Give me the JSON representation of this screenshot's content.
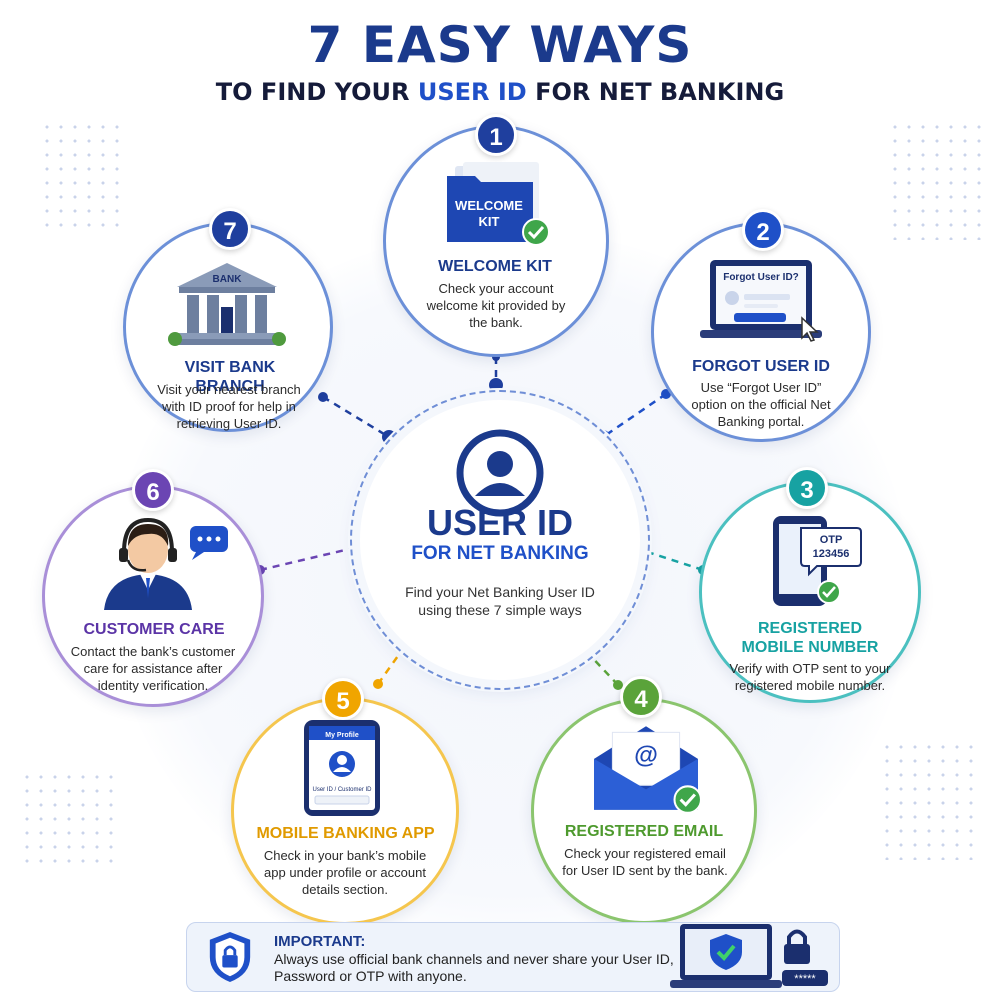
{
  "header": {
    "title": "7 EASY WAYS",
    "subtitle_pre": "TO FIND YOUR",
    "subtitle_highlight": "USER ID",
    "subtitle_post": "FOR NET BANKING"
  },
  "center": {
    "title": "USER ID",
    "subtitle": "FOR NET BANKING",
    "description": "Find your Net Banking User ID using these 7 simple ways",
    "icon": "user-icon"
  },
  "ways": [
    {
      "number": "1",
      "title": "WELCOME KIT",
      "description": "Check your account welcome kit provided by the bank.",
      "icon": "welcome-kit-folder-icon",
      "icon_text": "WELCOME KIT",
      "color": "#1f3f9e"
    },
    {
      "number": "2",
      "title": "FORGOT USER ID",
      "description": "Use “Forgot User ID” option on the official Net Banking portal.",
      "icon": "laptop-icon",
      "icon_text": "Forgot User ID?",
      "color": "#1f50c8"
    },
    {
      "number": "3",
      "title": "REGISTERED MOBILE NUMBER",
      "description": "Verify with OTP sent to your registered mobile number.",
      "icon": "phone-otp-icon",
      "icon_text": "OTP 123456",
      "color": "#17a2a2"
    },
    {
      "number": "4",
      "title": "REGISTERED EMAIL",
      "description": "Check your registered email for User ID sent by the bank.",
      "icon": "email-envelope-icon",
      "icon_text": "@",
      "color": "#5aa33a"
    },
    {
      "number": "5",
      "title": "MOBILE BANKING APP",
      "description": "Check in your bank’s mobile app under profile or account details section.",
      "icon": "mobile-app-icon",
      "icon_text_header": "My Profile",
      "icon_text_field": "User ID / Customer ID",
      "color": "#f0a500"
    },
    {
      "number": "6",
      "title": "CUSTOMER CARE",
      "description": "Contact the bank’s customer care for assistance after identity verification.",
      "icon": "customer-care-agent-icon",
      "color": "#6b45b3"
    },
    {
      "number": "7",
      "title": "VISIT BANK BRANCH",
      "description": "Visit your nearest branch with ID proof for help in retrieving User ID.",
      "icon": "bank-building-icon",
      "icon_text": "BANK",
      "color": "#1f3f9e"
    }
  ],
  "important": {
    "title": "IMPORTANT:",
    "text": "Always use official bank channels and never share your User ID, Password or OTP with anyone.",
    "icons": [
      "shield-lock-icon",
      "laptop-shield-icon",
      "padlock-icon"
    ]
  },
  "colors": {
    "navy": "#1b3a8c",
    "blue": "#1f50c8",
    "teal": "#17a2a2",
    "green": "#5aa33a",
    "orange": "#f0a500",
    "purple": "#6b45b3"
  }
}
